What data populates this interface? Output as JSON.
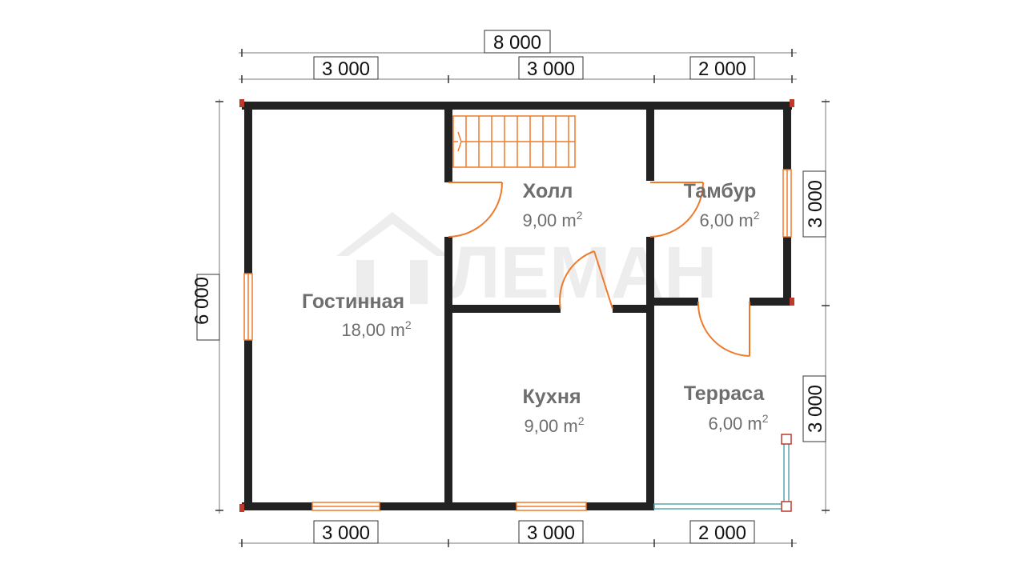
{
  "dimensions": {
    "top_total": "8 000",
    "top_segments": [
      "3 000",
      "3 000",
      "2 000"
    ],
    "bottom_segments": [
      "3 000",
      "3 000",
      "2 000"
    ],
    "left_total": "6 000",
    "right_segments": [
      "3 000",
      "3 000"
    ]
  },
  "rooms": [
    {
      "name": "Гостинная",
      "area": "18,00 m",
      "sup": "2"
    },
    {
      "name": "Холл",
      "area": "9,00 m",
      "sup": "2"
    },
    {
      "name": "Тамбур",
      "area": "6,00 m",
      "sup": "2"
    },
    {
      "name": "Кухня",
      "area": "9,00 m",
      "sup": "2"
    },
    {
      "name": "Терраса",
      "area": "6,00 m",
      "sup": "2"
    }
  ],
  "watermark": "ЛЕМАН",
  "colors": {
    "wall": "#222222",
    "door": "#f07a2a",
    "room_text": "#6e6e6e",
    "corner": "#c0392b",
    "railing": "#5aa7b0"
  }
}
